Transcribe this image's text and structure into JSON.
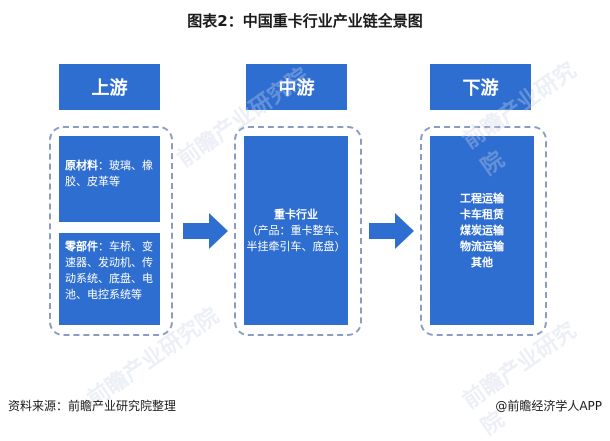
{
  "title": "图表2：中国重卡行业产业链全景图",
  "upstream": {
    "label": "上游",
    "materials": {
      "title": "原材料",
      "text": "：玻璃、橡胶、皮革等"
    },
    "parts": {
      "title": "零部件",
      "text": "：车桥、变速器、发动机、传动系统、底盘、电池、电控系统等"
    }
  },
  "midstream": {
    "label": "中游",
    "line1": "重卡行业",
    "line2": "（产品：重卡整车、",
    "line3": "半挂牵引车、底盘）"
  },
  "downstream": {
    "label": "下游",
    "items": [
      "工程运输",
      "卡车租赁",
      "煤炭运输",
      "物流运输",
      "其他"
    ]
  },
  "footer": {
    "source": "资料来源：前瞻产业研究院整理",
    "brand": "@前瞻经济学人APP"
  },
  "watermark": "前瞻产业研究院",
  "colors": {
    "primary": "#2f6ed1",
    "dash": "#8a9cc4"
  }
}
